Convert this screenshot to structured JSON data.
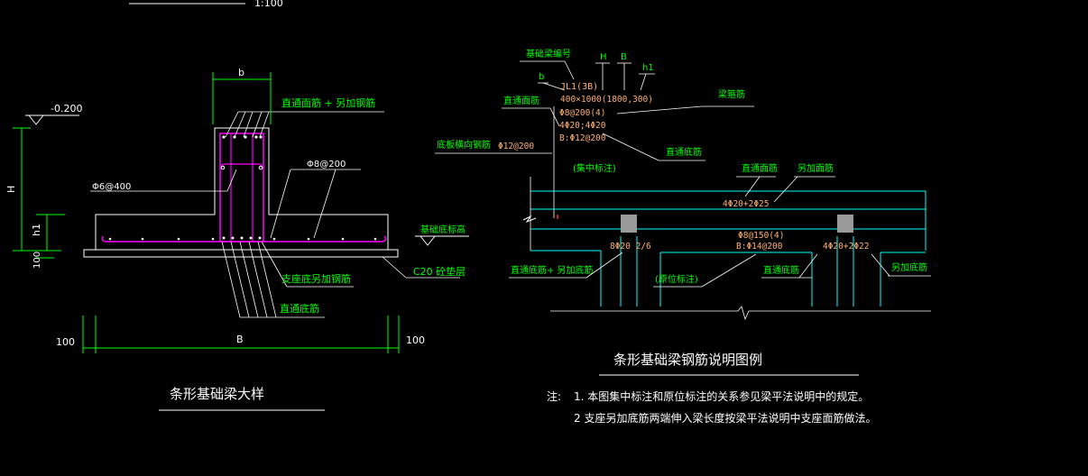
{
  "top_scale": "1:100",
  "left_detail": {
    "title": "条形基础梁大样",
    "width_b": "b",
    "elev": "-0.200",
    "h_label": "H",
    "h1_label": "h1",
    "d100": "100",
    "big_b": "B",
    "left_100": "100",
    "right_100": "100",
    "leader_top": "直通面筋 + 另加钢筋",
    "stirrup": "Φ6@400",
    "dist_bar": "Φ8@200",
    "base_elev": "基础底标高",
    "cushion": "C20  砼垫层",
    "support_bar": "支座底另加钢筋",
    "through_bottom": "直通底筋"
  },
  "right_legend": {
    "title": "条形基础梁钢筋说明图例",
    "beam_no": "基础梁编号",
    "b_lbl": "b",
    "h_lbl": "H",
    "bb_lbl": "B",
    "h1_lbl": "h1",
    "code": "JL1(3B)",
    "dims": "400×1000(1800,300)",
    "through_top": "直通面筋",
    "beam_stirrup": "梁箍筋",
    "stir_spec": "Φ8@200(4)",
    "top_spec": "4Φ20;4Φ20",
    "bot_spec": "B:Φ12@200",
    "trans_bar": "底板横向钢筋",
    "trans_spec": "Φ12@200",
    "through_bot": "直通底筋",
    "concentrated": "(集中标注)",
    "top_through2": "直通面筋",
    "top_extra": "另加面筋",
    "top_bars": "4Φ20+2Φ25",
    "mid_stir": "Φ8@150(4)",
    "mid_bot": "B:Φ14@200",
    "left_bot": "8Φ20 2/6",
    "right_bot": "4Φ20+2Φ22",
    "bot_plus": "直通底筋+ 另加底筋",
    "in_situ": "(原位标注)",
    "through_bot2": "直通底筋",
    "extra_bot": "另加底筋"
  },
  "notes": {
    "label": "注:",
    "n1": "1. 本图集中标注和原位标注的关系参见梁平法说明中的规定。",
    "n2": "2  支座另加底筋两端伸入梁长度按梁平法说明中支座面筋做法。"
  },
  "colors": {
    "white": "#ffffff",
    "green": "#00ff00",
    "yellow": "#ffff00",
    "cyan": "#00ffff",
    "magenta": "#ff00ff",
    "orange": "#ffb070",
    "red": "#ff3030",
    "gray": "#9a9a9a"
  }
}
